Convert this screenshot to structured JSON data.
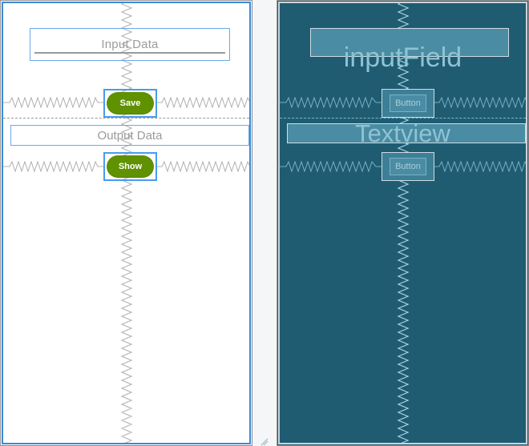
{
  "editor": {
    "title": "Layout Preview",
    "panels": [
      {
        "id": "light-preview",
        "theme_name": "Light",
        "background_color": "#ffffff",
        "accent_color": "#3b8ad8",
        "widgets": [
          {
            "name": "input-field",
            "label": "Input Data",
            "type": "edittext"
          },
          {
            "name": "save-button",
            "label": "Save",
            "type": "button",
            "fill": "#5f9100"
          },
          {
            "name": "output-field",
            "label": "Output Data",
            "type": "textview"
          },
          {
            "name": "show-button",
            "label": "Show",
            "type": "button",
            "fill": "#5f9100"
          }
        ]
      },
      {
        "id": "dark-preview",
        "theme_name": "Dark",
        "background_color": "#1f5c72",
        "accent_color": "#4a8ca3",
        "widgets": [
          {
            "name": "input-field",
            "label": "inputField",
            "type": "edittext"
          },
          {
            "name": "top-button",
            "label": "Button",
            "type": "button"
          },
          {
            "name": "textview",
            "label": "Textview",
            "type": "textview"
          },
          {
            "name": "bottom-button",
            "label": "Button",
            "type": "button"
          }
        ]
      }
    ],
    "guides": {
      "spring_color_light": "#b0b0b0",
      "spring_color_dark": "#7fb3c4",
      "dashed_color_light": "#9b9b9b",
      "dashed_color_dark": "#7fb3c4"
    },
    "resize_grip": "resize-grip-icon"
  }
}
